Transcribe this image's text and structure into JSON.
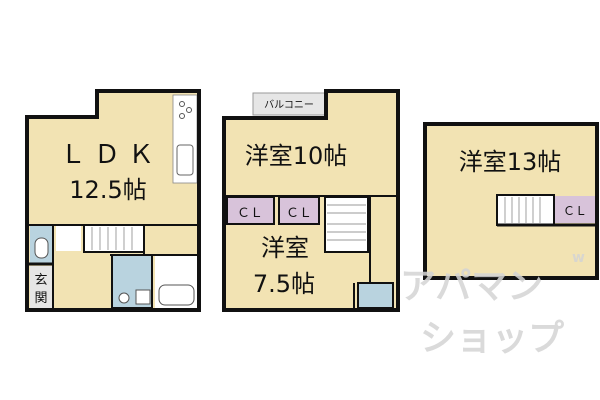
{
  "colors": {
    "room": "#f2e3b3",
    "wet": "#b9d3df",
    "closet": "#d8c3da",
    "wall": "#111111",
    "balcony": "#e6e6e6",
    "watermark": "#d4d4d4"
  },
  "floor1": {
    "ldk_label": "ＬＤＫ",
    "ldk_size": "12.5帖",
    "genkan_1": "玄",
    "genkan_2": "関"
  },
  "floor2": {
    "balcony": "バルコニー",
    "room_a": "洋室10帖",
    "cl_1": "ＣＬ",
    "cl_2": "ＣＬ",
    "room_b_1": "洋室",
    "room_b_2": "7.5帖"
  },
  "floor3": {
    "room": "洋室13帖",
    "cl": "ＣＬ"
  },
  "watermark": {
    "line1": "アパマン",
    "line2": "ショップ",
    "mark": "w"
  }
}
